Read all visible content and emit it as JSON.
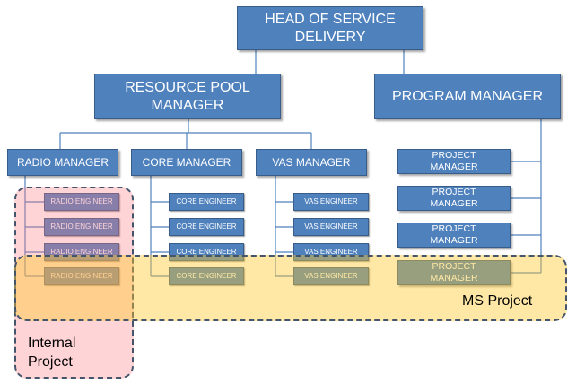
{
  "nodes": {
    "head": {
      "label_line1": "HEAD OF SERVICE",
      "label_line2": "DELIVERY"
    },
    "resource_pool": {
      "label_line1": "RESOURCE POOL",
      "label_line2": "MANAGER"
    },
    "program_manager": {
      "label": "PROGRAM MANAGER"
    },
    "radio_manager": {
      "label": "RADIO MANAGER"
    },
    "core_manager": {
      "label": "CORE MANAGER"
    },
    "vas_manager": {
      "label": "VAS MANAGER"
    },
    "radio_engineers": [
      "RADIO ENGINEER",
      "RADIO ENGINEER",
      "RADIO ENGINEER",
      "RADIO ENGINEER"
    ],
    "core_engineers": [
      "CORE ENGINEER",
      "CORE ENGINEER",
      "CORE ENGINEER",
      "CORE ENGINEER"
    ],
    "vas_engineers": [
      "VAS ENGINEER",
      "VAS ENGINEER",
      "VAS ENGINEER",
      "VAS ENGINEER"
    ],
    "project_managers": [
      {
        "line1": "PROJECT",
        "line2": "MANAGER"
      },
      {
        "line1": "PROJECT",
        "line2": "MANAGER"
      },
      {
        "line1": "PROJECT",
        "line2": "MANAGER"
      },
      {
        "line1": "PROJECT",
        "line2": "MANAGER"
      }
    ]
  },
  "groups": {
    "internal_project": {
      "line1": "Internal",
      "line2": "Project"
    },
    "ms_project": {
      "label": "MS Project"
    }
  },
  "colors": {
    "box_fill": "#4f81bd",
    "box_border": "#385d8a",
    "connector": "#4f81bd",
    "internal_fill": "#ffc0c4",
    "ms_fill": "#ffe07a",
    "group_border": "#44546a"
  }
}
